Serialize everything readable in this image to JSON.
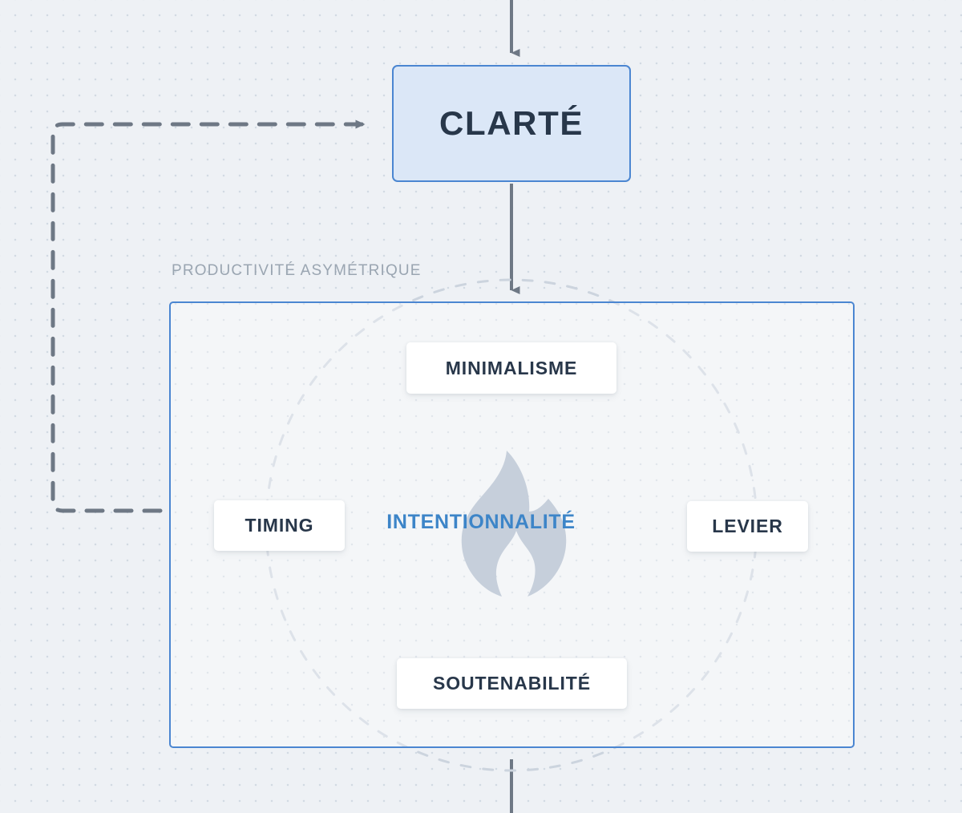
{
  "diagram": {
    "background_color": "#eef1f5",
    "accent_color": "#4b86d1",
    "text_color": "#28374a",
    "muted_color": "#9aa5b1",
    "arrow_color": "#6e7885",
    "top_node": {
      "label": "CLARTÉ",
      "fill": "#dbe7f7",
      "border": "#4b86d1"
    },
    "group": {
      "label": "PRODUCTIVITÉ ASYMÉTRIQUE",
      "border": "#4b86d1"
    },
    "center": {
      "label": "INTENTIONNALITÉ",
      "color": "#3d85c8",
      "icon": "flame-icon",
      "icon_color": "#c6cfdb"
    },
    "satellites": [
      {
        "label": "MINIMALISME",
        "position": "top"
      },
      {
        "label": "TIMING",
        "position": "left"
      },
      {
        "label": "LEVIER",
        "position": "right"
      },
      {
        "label": "SOUTENABILITÉ",
        "position": "bottom"
      }
    ],
    "connectors": [
      {
        "name": "inflow-arrow",
        "style": "solid",
        "direction": "down",
        "from": "top-edge",
        "to": "CLARTÉ"
      },
      {
        "name": "clarte-to-group",
        "style": "solid",
        "direction": "down",
        "from": "CLARTÉ",
        "to": "PRODUCTIVITÉ ASYMÉTRIQUE"
      },
      {
        "name": "group-outflow",
        "style": "solid",
        "direction": "down",
        "from": "PRODUCTIVITÉ ASYMÉTRIQUE",
        "to": "bottom-edge"
      },
      {
        "name": "feedback-loop-arrow",
        "style": "dashed",
        "direction": "right",
        "from": "PRODUCTIVITÉ ASYMÉTRIQUE",
        "to": "CLARTÉ"
      },
      {
        "name": "orbit-circle",
        "style": "dashed",
        "direction": "none",
        "from": "INTENTIONNALITÉ",
        "to": "satellites"
      }
    ]
  }
}
